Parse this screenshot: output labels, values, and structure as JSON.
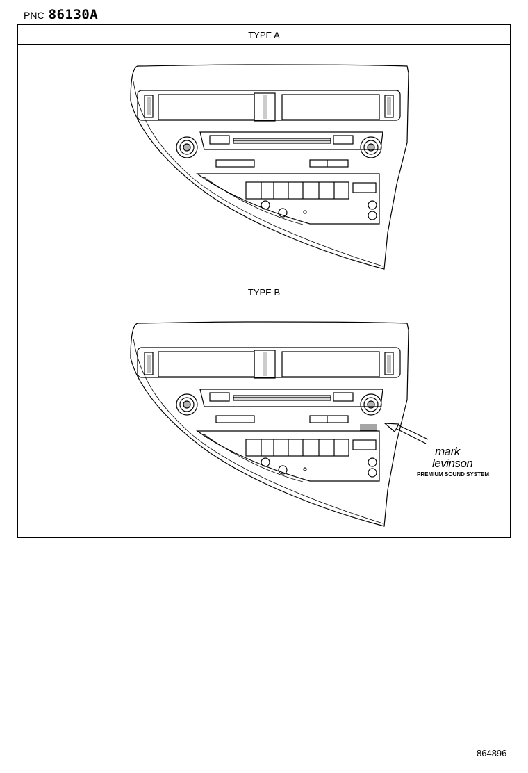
{
  "header": {
    "pnc_label": "PNC",
    "pnc_number": "86130A"
  },
  "sections": [
    {
      "title": "TYPE A"
    },
    {
      "title": "TYPE B"
    }
  ],
  "callout": {
    "logo_line1": "mark",
    "logo_line2": "levinson",
    "logo_caption": "PREMIUM SOUND SYSTEM"
  },
  "footer": {
    "reference_number": "864896"
  }
}
